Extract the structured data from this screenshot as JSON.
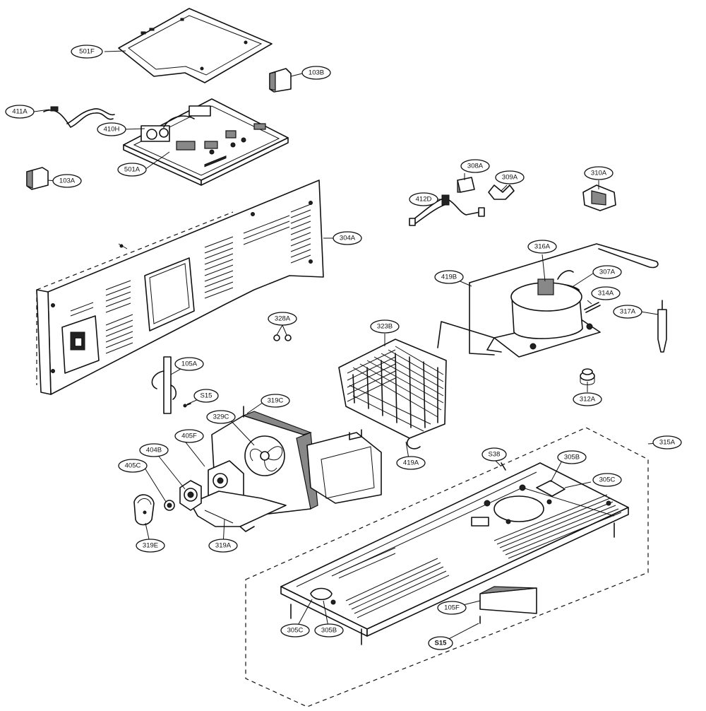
{
  "parts": [
    {
      "key": "501F",
      "label": "501F"
    },
    {
      "key": "103B",
      "label": "103B"
    },
    {
      "key": "411A",
      "label": "411A"
    },
    {
      "key": "410H",
      "label": "410H"
    },
    {
      "key": "501A",
      "label": "501A"
    },
    {
      "key": "103A",
      "label": "103A"
    },
    {
      "key": "308A",
      "label": "308A"
    },
    {
      "key": "309A",
      "label": "309A"
    },
    {
      "key": "310A",
      "label": "310A"
    },
    {
      "key": "412D",
      "label": "412D"
    },
    {
      "key": "304A",
      "label": "304A"
    },
    {
      "key": "316A",
      "label": "316A"
    },
    {
      "key": "307A",
      "label": "307A"
    },
    {
      "key": "419B",
      "label": "419B"
    },
    {
      "key": "314A",
      "label": "314A"
    },
    {
      "key": "317A",
      "label": "317A"
    },
    {
      "key": "328A",
      "label": "328A"
    },
    {
      "key": "323B",
      "label": "323B"
    },
    {
      "key": "105A",
      "label": "105A"
    },
    {
      "key": "S15_a",
      "label": "S15"
    },
    {
      "key": "312A",
      "label": "312A"
    },
    {
      "key": "319C",
      "label": "319C"
    },
    {
      "key": "329C",
      "label": "329C"
    },
    {
      "key": "315A",
      "label": "315A"
    },
    {
      "key": "405F",
      "label": "405F"
    },
    {
      "key": "404B",
      "label": "404B"
    },
    {
      "key": "419A",
      "label": "419A"
    },
    {
      "key": "S38",
      "label": "S38"
    },
    {
      "key": "305B_a",
      "label": "305B"
    },
    {
      "key": "405C",
      "label": "405C"
    },
    {
      "key": "305C_a",
      "label": "305C"
    },
    {
      "key": "319E",
      "label": "319E"
    },
    {
      "key": "319A",
      "label": "319A"
    },
    {
      "key": "105F",
      "label": "105F"
    },
    {
      "key": "305C_b",
      "label": "305C"
    },
    {
      "key": "305B_b",
      "label": "305B"
    },
    {
      "key": "S15_b",
      "label": "S15"
    }
  ]
}
